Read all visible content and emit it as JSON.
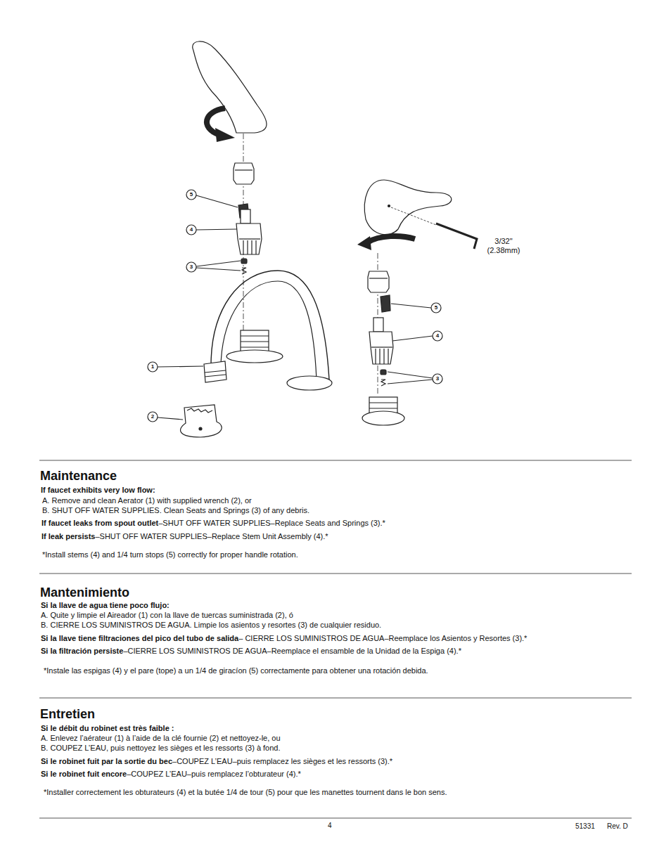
{
  "diagram": {
    "labels": [
      "5",
      "4",
      "3",
      "1",
      "2",
      "3/32\" (2.38mm)",
      "5",
      "4",
      "3",
      "Maintenance",
      "If faucet exhibits very low flow:",
      "A. Remove and clean Aerator (1) with supplied wrench (2), or",
      "B. SHUT OFF WATER SUPPLIES. Clean Seats and Springs (3) of any debris.",
      "If faucet leaks from spout outlet",
      "–SHUT OFF WATER SUPPLIES–Replace Seats and Springs (3).*",
      "If leak persists",
      "–SHUT OFF WATER SUPPLIES–Replace Stem Unit Assembly (4).*",
      "*Install stems (4) and 1/4 turn stops (5) correctly for proper handle rotation.",
      "Mantenimiento",
      "Si la llave de agua tiene poco flujo:",
      "A. Quite y limpie el Aireador (1) con la llave de tuercas suministrada (2), ó",
      "B. CIERRE LOS SUMINISTROS DE AGUA. Limpie los asientos y resortes (3) de cualquier residuo.",
      "Si la llave tiene filtraciones del pico del tubo de salida",
      "– CIERRE LOS SUMINISTROS DE AGUA–Reemplace los Asientos y Resortes (3).*",
      "Si la filtración persiste",
      "–CIERRE LOS SUMINISTROS DE AGUA–Reemplace el ensamble de la Unidad de la Espiga (4).*",
      "*Instale las espigas (4) y el pare (tope) a un 1/4 de giracíon (5) correctamente para obtener una rotación debida.",
      "Entretien",
      "Si le débit du robinet est très faible :",
      "A. Enlevez l’aérateur (1) à l’aide de la clé fournie (2) et nettoyez-le, ou",
      "B. COUPEZ L’EAU, puis nettoyez les sièges et les ressorts (3) à fond.",
      "Si le robinet fuit par la sortie du bec",
      "–COUPEZ L’EAU–puis remplacez les sièges et les ressorts (3).*",
      "Si le robinet fuit encore",
      "–COUPEZ L’EAU–puis remplacez l’obturateur (4).*",
      "*Installer correctement les obturateurs (4) et la butée 1/4 de tour (5) pour que les manettes tournent dans le bon sens.",
      "4",
      "51331",
      "Rev. D"
    ]
  }
}
